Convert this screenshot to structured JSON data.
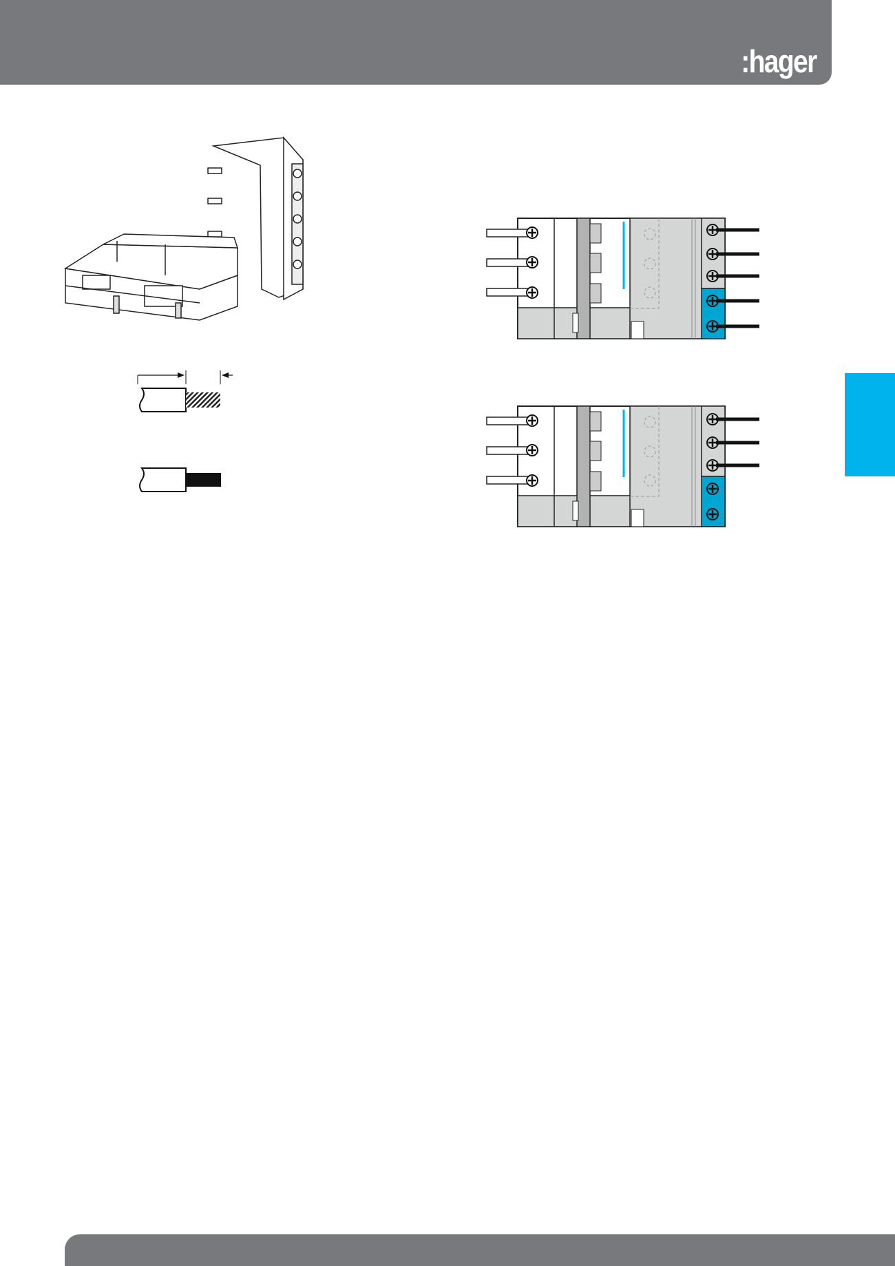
{
  "header": {
    "logo": ":hager"
  },
  "colors": {
    "header_gray": "#78797d",
    "accent_blue": "#00b4eb",
    "terminal_blue": "#00a6d2",
    "device_gray": "#d4d6d5"
  },
  "figures": {
    "module_drawing": {
      "icon": "auxiliary-contact-module-illustration"
    },
    "wire_strip": {
      "icon": "stripped-wire-length-illustration"
    },
    "wire_ferrule": {
      "icon": "wire-with-ferrule-illustration"
    },
    "device_top": {
      "icon": "rcbo-with-5-terminal-aux-illustration",
      "left_terminals": 3,
      "right_wired_terminals": 5
    },
    "device_bottom": {
      "icon": "rcbo-with-3-terminal-aux-illustration",
      "left_terminals": 3,
      "right_wired_terminals": 3
    }
  }
}
